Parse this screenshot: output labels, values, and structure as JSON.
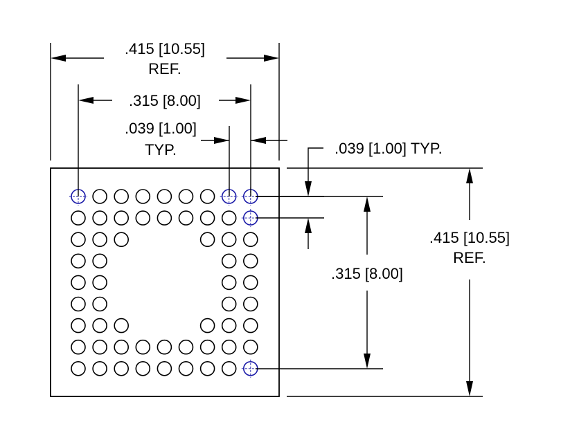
{
  "dimensions": {
    "overall_width": {
      "value": ".415 [10.55]",
      "note": "REF."
    },
    "pad_span_width": {
      "value": ".315 [8.00]"
    },
    "pitch_x": {
      "value": ".039 [1.00]",
      "note": "TYP."
    },
    "pitch_y": {
      "value": ".039 [1.00] TYP."
    },
    "pad_span_height": {
      "value": ".315 [8.00]"
    },
    "overall_height": {
      "value": ".415 [10.55]",
      "note": "REF."
    }
  },
  "grid": {
    "rows": 9,
    "cols": 9,
    "present_rows": [
      "111111111",
      "111111111",
      "111000111",
      "110000011",
      "110000011",
      "110000011",
      "111000111",
      "111111111",
      "111111111"
    ],
    "highlighted": [
      [
        0,
        0
      ],
      [
        0,
        7
      ],
      [
        0,
        8
      ],
      [
        1,
        8
      ],
      [
        8,
        8
      ]
    ]
  },
  "colors": {
    "line": "#000000",
    "highlight": "#1a1aa8",
    "background": "#ffffff"
  }
}
